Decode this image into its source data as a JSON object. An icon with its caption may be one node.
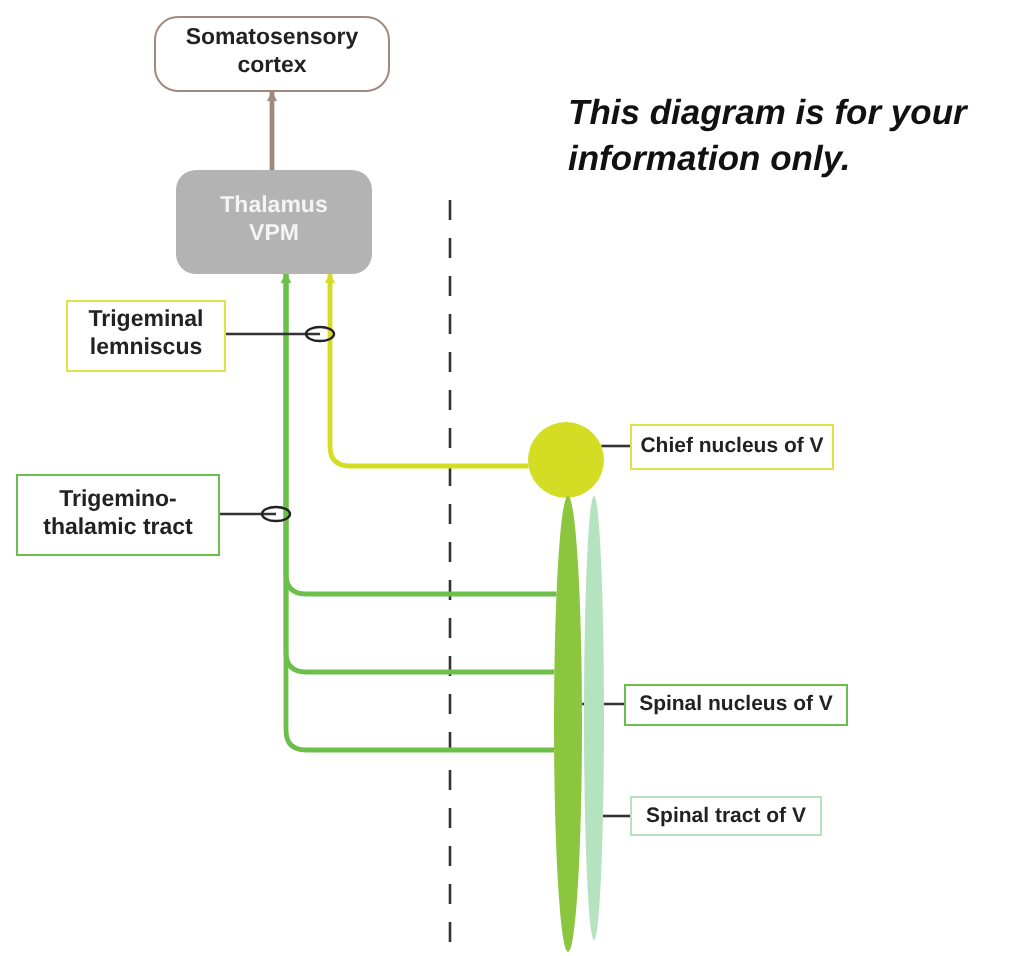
{
  "diagram": {
    "nodes": [
      {
        "text": [
          "Somatosensory cortex"
        ]
      },
      {
        "text": [
          "Thalamus VPM"
        ]
      },
      {
        "text": [
          "Trigeminal lemniscus"
        ]
      },
      {
        "text": [
          "Trigemino-thalamic tract"
        ]
      },
      {
        "text": [
          "Chief nucleus of V"
        ]
      },
      {
        "text": [
          "Spinal nucleus of V"
        ]
      },
      {
        "text": [
          "Spinal tract of V"
        ]
      },
      {
        "text": [],
        "shape": "circle"
      },
      {
        "text": [],
        "shape": "ellipse"
      },
      {
        "text": [],
        "shape": "ellipse"
      }
    ],
    "edges": [
      {
        "from": 1,
        "to": 0,
        "arrow": "to",
        "color": "#a08a7e"
      },
      {
        "from": 7,
        "to": 1,
        "arrow": "to",
        "color": "#d4dc24"
      },
      {
        "from": 8,
        "to": 1,
        "arrow": "to",
        "color": "#6cbf4a"
      },
      {
        "from": 8,
        "to": 1,
        "arrow": "to",
        "color": "#6cbf4a"
      },
      {
        "from": 8,
        "to": 1,
        "arrow": "to",
        "color": "#6cbf4a"
      },
      {
        "from": 2,
        "to": null,
        "arrow": "other"
      },
      {
        "from": 3,
        "to": null,
        "arrow": "other"
      },
      {
        "from": 4,
        "to": 7,
        "arrow": "none"
      },
      {
        "from": 5,
        "to": 8,
        "arrow": "none"
      },
      {
        "from": 6,
        "to": 9,
        "arrow": "none"
      }
    ],
    "labels": [
      "This diagram is for your information only."
    ]
  }
}
